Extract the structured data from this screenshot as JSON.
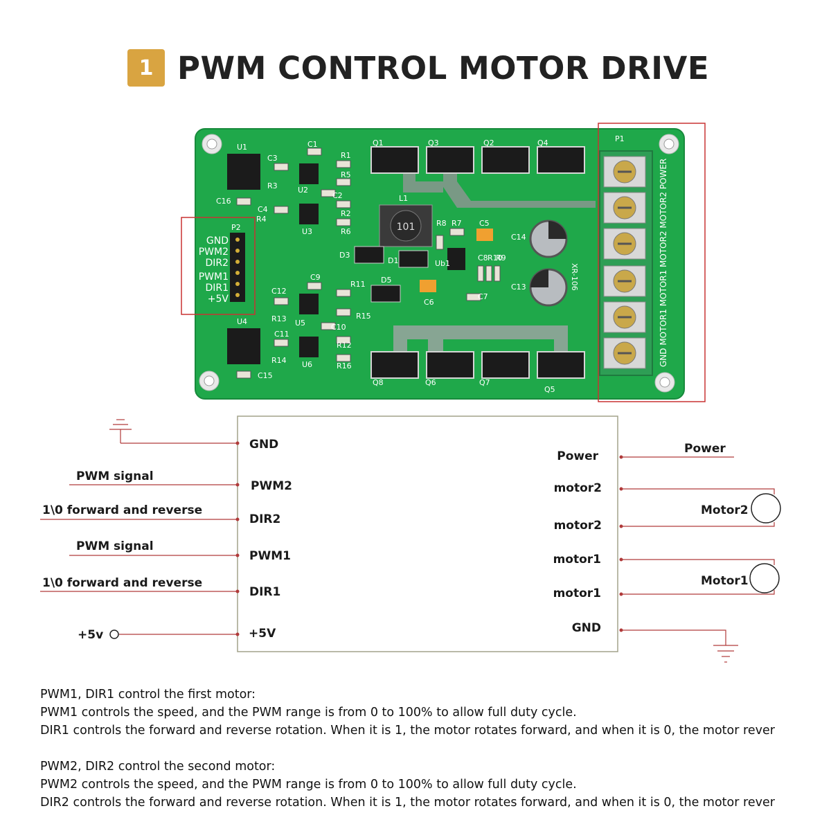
{
  "header": {
    "badge": "1",
    "title": "PWM CONTROL MOTOR DRIVE"
  },
  "board": {
    "components": [
      "U1",
      "C3",
      "R3",
      "C16",
      "C1",
      "U2",
      "R1",
      "R5",
      "C2",
      "R2",
      "R6",
      "C4",
      "R4",
      "U3",
      "Q1",
      "Q3",
      "Q2",
      "Q4",
      "L1",
      "R8",
      "R7",
      "C5",
      "C14",
      "D3",
      "D1",
      "Ub1",
      "C8",
      "R10",
      "R9",
      "XR-106",
      "D5",
      "R11",
      "C6",
      "C7",
      "C13",
      "C9",
      "C12",
      "R13",
      "U5",
      "R15",
      "C10",
      "U4",
      "C11",
      "R14",
      "R12",
      "R16",
      "U6",
      "C15",
      "Q8",
      "Q6",
      "Q7",
      "Q5",
      "P1",
      "P2"
    ],
    "p2_pins": [
      "GND",
      "PWM2",
      "DIR2",
      "PWM1",
      "DIR1",
      "+5V"
    ],
    "terminal_label": "GND MOTOR1 MOTOR1 MOTOR2 MOTOR2 POWER",
    "inductor_code": "101"
  },
  "schematic": {
    "left_pins": [
      "GND",
      "PWM2",
      "DIR2",
      "PWM1",
      "DIR1",
      "+5V"
    ],
    "left_labels": [
      "PWM signal",
      "1\\0 forward and reverse",
      "PWM signal",
      "1\\0 forward and reverse",
      "+5v"
    ],
    "right_pins": [
      "Power",
      "motor2",
      "motor2",
      "motor1",
      "motor1",
      "GND"
    ],
    "right_labels": [
      "Power",
      "Motor2",
      "Motor1"
    ]
  },
  "notes": {
    "l1": "PWM1, DIR1 control the first motor:",
    "l2": "PWM1 controls the speed, and the PWM range is from 0 to 100% to allow full duty cycle.",
    "l3": "DIR1 controls the forward and reverse rotation. When it is 1, the motor rotates forward, and when it is 0, the motor rever",
    "l4": "PWM2, DIR2 control the second motor:",
    "l5": "PWM2 controls the speed, and the PWM range is from 0 to 100% to allow full duty cycle.",
    "l6": "DIR2 controls the forward and reverse rotation. When it is 1, the motor rotates forward, and when it is 0, the motor rever"
  },
  "colors": {
    "pcb": "#1fa84a",
    "badge": "#d9a441",
    "wire": "#b03a3a",
    "terminal": "#2e9e55",
    "highlight": "#c83232"
  }
}
